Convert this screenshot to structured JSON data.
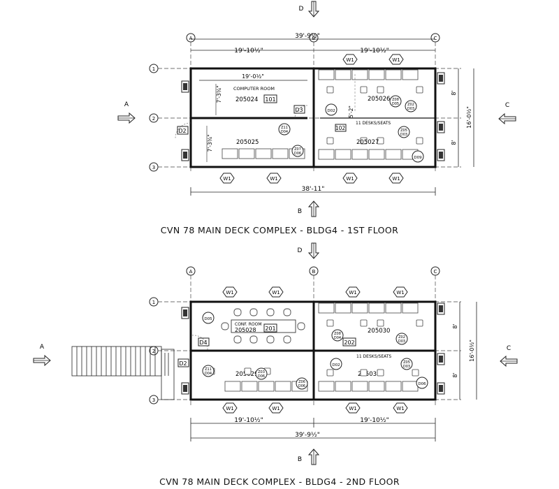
{
  "plan1": {
    "title": "CVN 78 MAIN DECK COMPLEX - BLDG4 - 1ST FLOOR",
    "grid_cols": [
      "A",
      "B",
      "C"
    ],
    "grid_rows": [
      "1",
      "2",
      "3"
    ],
    "overall_width": "39'-9½\"",
    "half_width_left": "19'-10½\"",
    "half_width_right": "19'-10½\"",
    "bottom_width": "38'-11\"",
    "depth_total": "16'-0½\"",
    "depth_upper": "8'",
    "depth_lower": "8'",
    "computer_room_width": "19'-0½\"",
    "room_height_upper": "7'-3¾\"",
    "room_height_lower": "7'-3¾\"",
    "corridor_height": "5'-2\"",
    "rooms": {
      "computer_room_label": "COMPUTER ROOM",
      "computer_room_number": "205024",
      "computer_room_tag": "101",
      "room_205025": "205025",
      "room_205026": "205026",
      "room_205027": "205027",
      "desks_label": "11 DESKS/SEATS",
      "tag_102": "102"
    },
    "doors": {
      "d2": "D2",
      "d3": "D3"
    },
    "callouts": {
      "c1": [
        "Z11",
        "D04"
      ],
      "c2": [
        "Z08",
        "D05"
      ],
      "c3": [
        "Z02",
        "D03"
      ],
      "c4": [
        "Z05",
        "D03"
      ],
      "c5": [
        "Z07",
        "D06"
      ],
      "c6": [
        "D02"
      ],
      "c7": [
        "D09"
      ]
    },
    "window": "W1",
    "section_markers": {
      "top": "D",
      "bottom": "B",
      "left": "A",
      "right": "C"
    }
  },
  "plan2": {
    "title": "CVN 78 MAIN DECK COMPLEX - BLDG4 - 2ND FLOOR",
    "grid_cols": [
      "A",
      "B",
      "C"
    ],
    "grid_rows": [
      "1",
      "2",
      "3"
    ],
    "overall_width": "39'-9½\"",
    "half_width_left": "19'-10½\"",
    "half_width_right": "19'-10½\"",
    "depth_total": "16'-0½\"",
    "depth_upper": "8'",
    "depth_lower": "8'",
    "rooms": {
      "conf_room_label": "CONF. ROOM",
      "conf_room_number": "205028",
      "conf_room_tag": "201",
      "room_205029": "205029",
      "room_205030": "205030",
      "room_205031": "205031",
      "desks_label": "11 DESKS/SEATS",
      "tag_202": "202"
    },
    "doors": {
      "d2": "D2",
      "d4": "D4"
    },
    "callouts": {
      "c1": [
        "D05"
      ],
      "c2": [
        "Z11",
        "D04"
      ],
      "c3": [
        "Z03",
        "D06"
      ],
      "c4": [
        "Z06",
        "D06"
      ],
      "c5": [
        "Z08",
        "D04"
      ],
      "c6": [
        "Z02",
        "D03"
      ],
      "c7": [
        "Z05",
        "D03"
      ],
      "c8": [
        "D02"
      ],
      "c9": [
        "D06"
      ]
    },
    "window": "W1",
    "section_markers": {
      "top": "D",
      "bottom": "B",
      "left": "A",
      "right": "C"
    }
  }
}
